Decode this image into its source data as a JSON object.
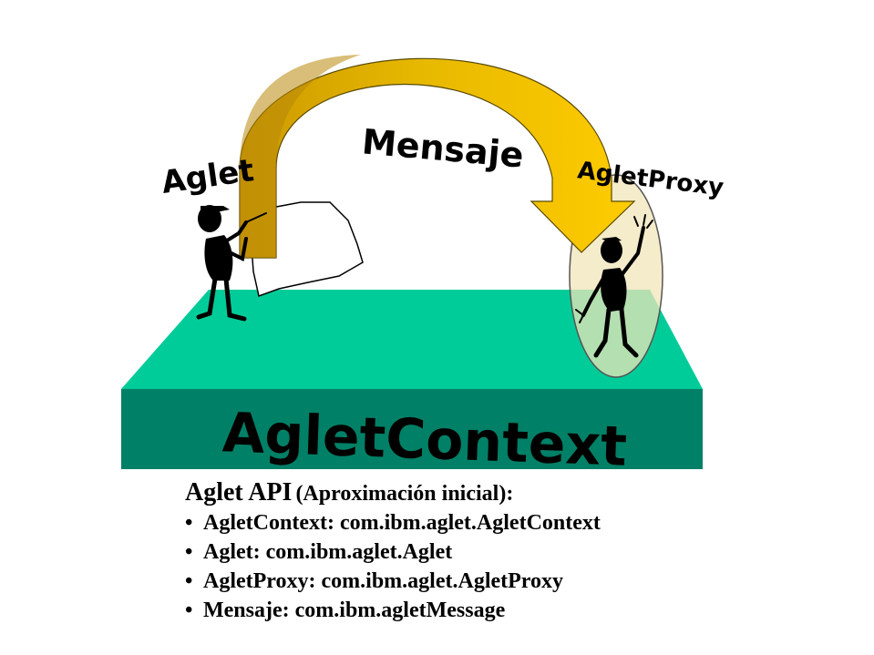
{
  "diagram": {
    "labels": {
      "aglet": "Aglet",
      "mensaje": "Mensaje",
      "aglet_proxy": "AgletProxy",
      "context": "AgletContext"
    },
    "colors": {
      "platform_top": "#00cc99",
      "platform_front": "#008066",
      "arrow_fill": "#ffcc00",
      "arrow_shade": "#cc9900",
      "proxy_ellipse": "#f0e6b8"
    },
    "icons": [
      "figure-holding-message-icon",
      "waving-figure-icon",
      "curved-arrow-icon",
      "paper-sheet-icon"
    ]
  },
  "caption": {
    "title_main": "Aglet API",
    "title_sub": "(Aproximación inicial):",
    "bullet_glyph": "•",
    "items": [
      "AgletContext: com.ibm.aglet.AgletContext",
      "Aglet: com.ibm.aglet.Aglet",
      "AgletProxy: com.ibm.aglet.AgletProxy",
      "Mensaje: com.ibm.agletMessage"
    ]
  }
}
